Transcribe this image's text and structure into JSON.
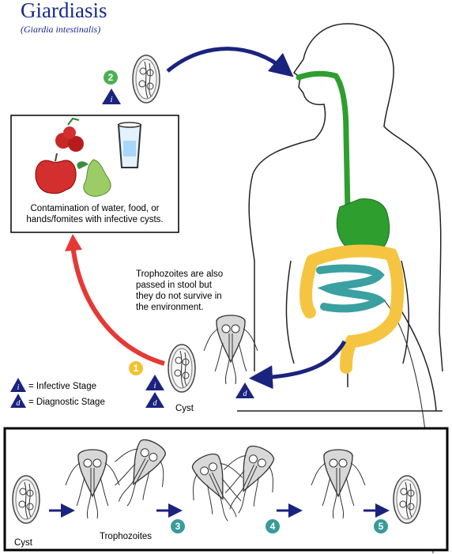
{
  "title": "Giardiasis",
  "subtitle": "(Giardia intestinalis)",
  "contamination_text": "Contamination of water, food, or hands/fomites with infective cysts.",
  "trophozoite_note": "Trophozoites are also passed in stool but they do not survive in the environment.",
  "legend": {
    "infective_symbol": "i",
    "infective_label": "= Infective Stage",
    "diagnostic_symbol": "d",
    "diagnostic_label": "= Diagnostic Stage"
  },
  "labels": {
    "cyst_1": "Cyst",
    "cyst_2": "Cyst",
    "trophozoites": "Trophozoites"
  },
  "steps": [
    "1",
    "2",
    "3",
    "4",
    "5"
  ],
  "colors": {
    "title": "#1a2a8a",
    "arrow_blue": "#1a237e",
    "arrow_red": "#e53935",
    "step_yellow": "#f2c230",
    "step_green": "#4caf50",
    "step_teal": "#3a9a9a",
    "digestive_green": "#2e9e2e",
    "colon_yellow": "#f5c542",
    "intestine_teal": "#3aa0a0"
  }
}
